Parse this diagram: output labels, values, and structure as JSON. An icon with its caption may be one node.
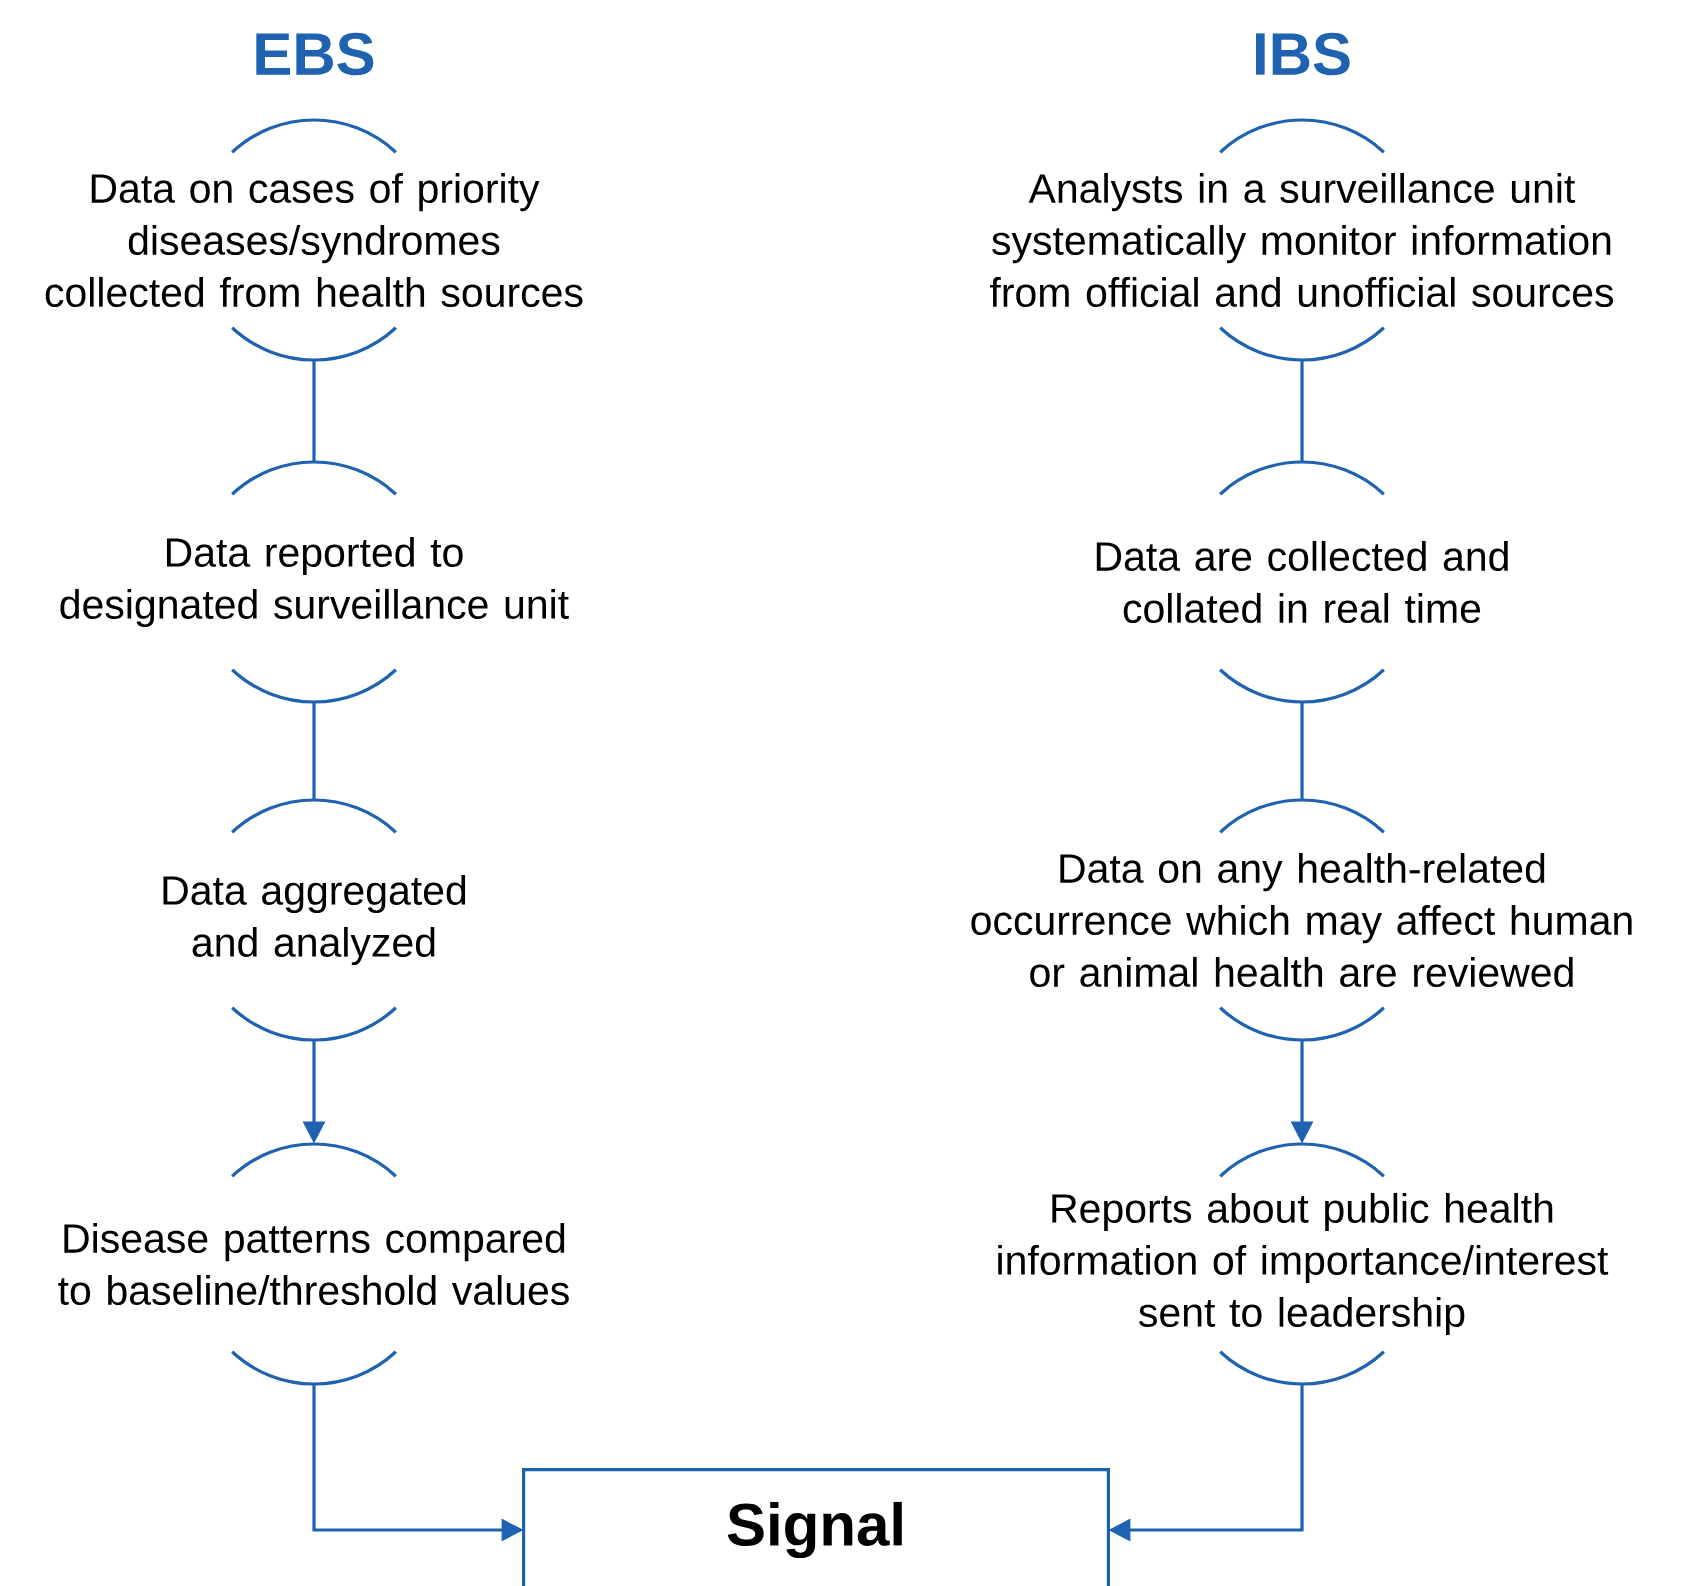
{
  "diagram": {
    "nodes": [
      {
        "text": [
          "Data on cases of priority diseases/syndromes collected from health sources"
        ]
      },
      {
        "text": [
          "Data reported to designated surveillance unit"
        ]
      },
      {
        "text": [
          "Data aggregated and analyzed"
        ]
      },
      {
        "text": [
          "Disease patterns compared to baseline/threshold values"
        ]
      },
      {
        "text": [
          "Analysts in a surveillance unit systematically monitor information from official and unofficial sources"
        ]
      },
      {
        "text": [
          "Data are collected and collated in real time"
        ]
      },
      {
        "text": [
          "Data on any health-related occurrence which may affect human or animal health are reviewed"
        ]
      },
      {
        "text": [
          "Reports about public health information of importance/interest sent to leadership"
        ]
      },
      {
        "text": [
          "Signal"
        ]
      }
    ],
    "edges": [
      {
        "from": 0,
        "to": 1,
        "arrow": "none"
      },
      {
        "from": 1,
        "to": 2,
        "arrow": "none"
      },
      {
        "from": 2,
        "to": 3,
        "arrow": "to"
      },
      {
        "from": 3,
        "to": 8,
        "arrow": "to"
      },
      {
        "from": 4,
        "to": 5,
        "arrow": "none"
      },
      {
        "from": 5,
        "to": 6,
        "arrow": "none"
      },
      {
        "from": 6,
        "to": 7,
        "arrow": "to"
      },
      {
        "from": 7,
        "to": 8,
        "arrow": "to"
      }
    ],
    "labels": [
      "EBS",
      "IBS"
    ]
  }
}
